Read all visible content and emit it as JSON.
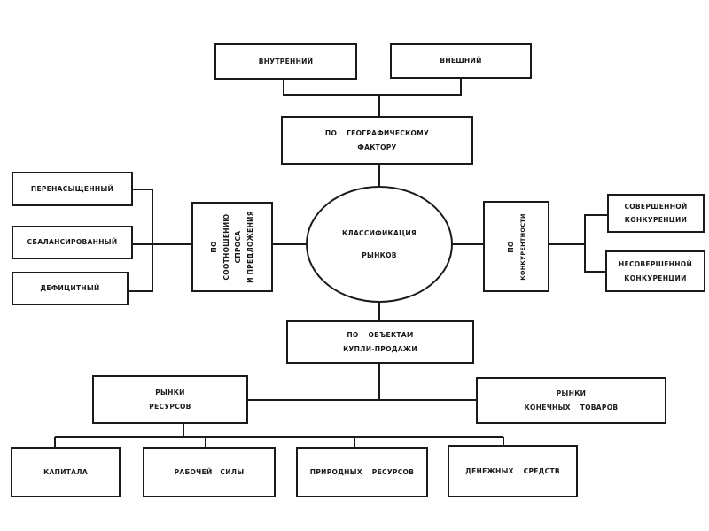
{
  "diagram": {
    "center": {
      "lines": [
        "КЛАССИФИКАЦИЯ",
        "РЫНКОВ"
      ]
    },
    "geography": {
      "criterion": {
        "lines": [
          "ПО ГЕОГРАФИЧЕСКОМУ",
          "ФАКТОРУ"
        ]
      },
      "children": [
        {
          "lines": [
            "ВНУТРЕННИЙ"
          ]
        },
        {
          "lines": [
            "ВНЕШНИЙ"
          ]
        }
      ]
    },
    "supply_demand": {
      "criterion": {
        "lines": [
          "ПО",
          "СООТНОШЕНИЮ",
          "СПРОСА",
          "И ПРЕДЛОЖЕНИЯ"
        ]
      },
      "children": [
        {
          "lines": [
            "ПЕРЕНАСЫЩЕННЫЙ"
          ]
        },
        {
          "lines": [
            "СБАЛАНСИРОВАННЫЙ"
          ]
        },
        {
          "lines": [
            "ДЕФИЦИТНЫЙ"
          ]
        }
      ]
    },
    "competition": {
      "criterion": {
        "lines": [
          "ПО",
          "КОНКУРЕНТНОСТИ"
        ]
      },
      "children": [
        {
          "lines": [
            "СОВЕРШЕННОЙ",
            "КОНКУРЕНЦИИ"
          ]
        },
        {
          "lines": [
            "НЕСОВЕРШЕННОЙ",
            "КОНКУРЕНЦИИ"
          ]
        }
      ]
    },
    "objects": {
      "criterion": {
        "lines": [
          "ПО ОБЪЕКТАМ",
          "КУПЛИ-ПРОДАЖИ"
        ]
      },
      "children": [
        {
          "lines": [
            "РЫНКИ",
            "РЕСУРСОВ"
          ],
          "children": [
            {
              "lines": [
                "КАПИТАЛА"
              ]
            },
            {
              "lines": [
                "РАБОЧЕЙ СИЛЫ"
              ]
            },
            {
              "lines": [
                "ПРИРОДНЫХ РЕСУРСОВ"
              ]
            },
            {
              "lines": [
                "ДЕНЕЖНЫХ СРЕДСТВ"
              ]
            }
          ]
        },
        {
          "lines": [
            "РЫНКИ",
            "КОНЕЧНЫХ ТОВАРОВ"
          ]
        }
      ]
    }
  }
}
